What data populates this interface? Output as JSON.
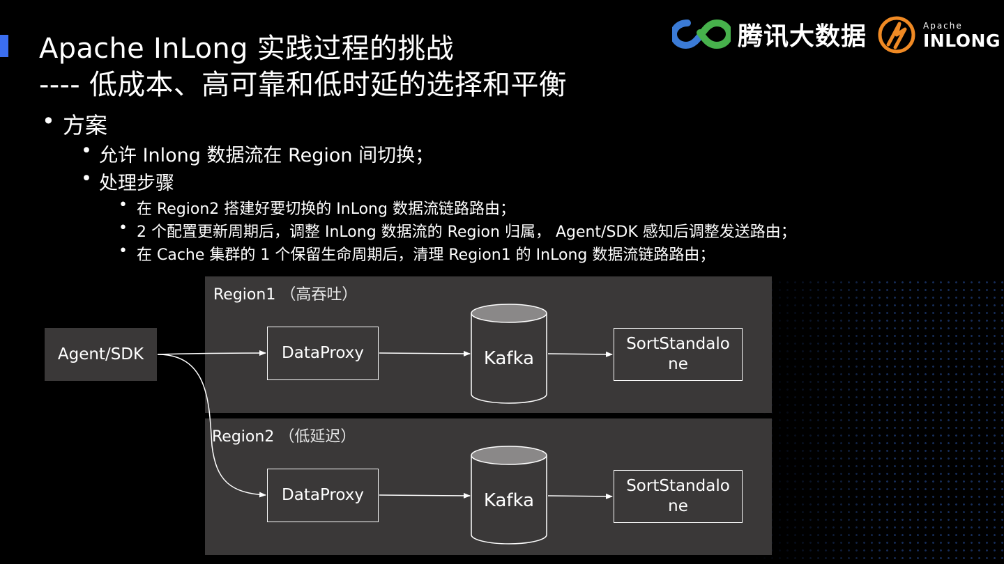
{
  "title": {
    "line1": "Apache InLong 实践过程的挑战",
    "line2": "---- 低成本、高可靠和低时延的选择和平衡"
  },
  "logos": {
    "tencent": "腾讯大数据",
    "apache": "Apache",
    "inlong": "INLONG",
    "colors": {
      "blue": "#3b7bd6",
      "green": "#47b14c",
      "orange": "#f08a24"
    }
  },
  "bullets": {
    "l1": "方案",
    "l2a": "允许 Inlong 数据流在 Region 间切换；",
    "l2b": "处理步骤",
    "steps": [
      "在 Region2 搭建好要切换的 InLong 数据流链路路由；",
      "2 个配置更新周期后，调整 InLong 数据流的 Region 归属， Agent/SDK 感知后调整发送路由；",
      "在 Cache 集群的 1 个保留生命周期后，清理 Region1 的 InLong 数据流链路路由；"
    ]
  },
  "diagram": {
    "agent": "Agent/SDK",
    "region1": {
      "name": "Region1",
      "note": "（高吞吐）",
      "proxy": "DataProxy",
      "kafka": "Kafka",
      "sort_l1": "SortStandalo",
      "sort_l2": "ne"
    },
    "region2": {
      "name": "Region2",
      "note": "（低延迟）",
      "proxy": "DataProxy",
      "kafka": "Kafka",
      "sort_l1": "SortStandalo",
      "sort_l2": "ne"
    },
    "colors": {
      "region_bg": "#3a3838",
      "cylinder_top": "#8a8888",
      "accent": "#3b6ef0"
    }
  }
}
